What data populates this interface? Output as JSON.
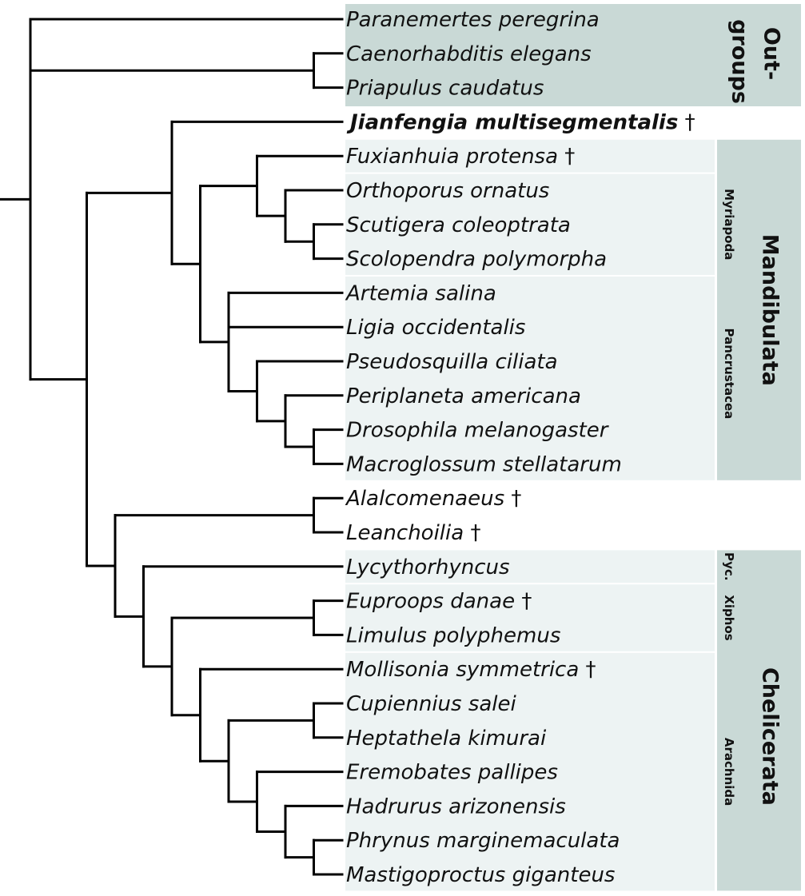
{
  "colors": {
    "outgroup_fill": "#c9d9d6",
    "clade_fill": "#edf3f3",
    "big_clade_fill": "#c9d9d6",
    "branch": "#000000"
  },
  "taxa": [
    {
      "name": "Paranemertes peregrina",
      "extinct": false,
      "bold": false
    },
    {
      "name": "Caenorhabditis elegans",
      "extinct": false,
      "bold": false
    },
    {
      "name": "Priapulus caudatus",
      "extinct": false,
      "bold": false
    },
    {
      "name": "Jianfengia multisegmentalis",
      "extinct": true,
      "bold": true
    },
    {
      "name": "Fuxianhuia protensa",
      "extinct": true,
      "bold": false
    },
    {
      "name": "Orthoporus ornatus",
      "extinct": false,
      "bold": false
    },
    {
      "name": "Scutigera coleoptrata",
      "extinct": false,
      "bold": false
    },
    {
      "name": "Scolopendra polymorpha",
      "extinct": false,
      "bold": false
    },
    {
      "name": "Artemia salina",
      "extinct": false,
      "bold": false
    },
    {
      "name": "Ligia occidentalis",
      "extinct": false,
      "bold": false
    },
    {
      "name": "Pseudosquilla ciliata",
      "extinct": false,
      "bold": false
    },
    {
      "name": "Periplaneta americana",
      "extinct": false,
      "bold": false
    },
    {
      "name": "Drosophila melanogaster",
      "extinct": false,
      "bold": false
    },
    {
      "name": "Macroglossum stellatarum",
      "extinct": false,
      "bold": false
    },
    {
      "name": "Alalcomenaeus",
      "extinct": true,
      "bold": false
    },
    {
      "name": "Leanchoilia",
      "extinct": true,
      "bold": false
    },
    {
      "name": "Lycythorhyncus",
      "extinct": false,
      "bold": false
    },
    {
      "name": "Euproops danae",
      "extinct": true,
      "bold": false
    },
    {
      "name": "Limulus polyphemus",
      "extinct": false,
      "bold": false
    },
    {
      "name": "Mollisonia symmetrica",
      "extinct": true,
      "bold": false
    },
    {
      "name": "Cupiennius salei",
      "extinct": false,
      "bold": false
    },
    {
      "name": "Heptathela kimurai",
      "extinct": false,
      "bold": false
    },
    {
      "name": "Eremobates pallipes",
      "extinct": false,
      "bold": false
    },
    {
      "name": "Hadrurus arizonensis",
      "extinct": false,
      "bold": false
    },
    {
      "name": "Phrynus marginemaculata",
      "extinct": false,
      "bold": false
    },
    {
      "name": "Mastigoproctus giganteus",
      "extinct": false,
      "bold": false
    }
  ],
  "extinct_marker": "†",
  "groups": {
    "outgroups": {
      "label": "Out-groups",
      "line1": "Out-",
      "line2": "groups",
      "first": 0,
      "last": 2
    },
    "mandibulata": {
      "label": "Mandibulata",
      "first": 4,
      "last": 13
    },
    "myriapoda": {
      "label": "Myriapoda",
      "first": 5,
      "last": 7
    },
    "pancrustacea": {
      "label": "Pancrustacea",
      "first": 8,
      "last": 13
    },
    "chelicerata": {
      "label": "Chelicerata",
      "first": 16,
      "last": 25
    },
    "pycnogonida": {
      "label": "Pyc.",
      "first": 16,
      "last": 16
    },
    "xiphosura": {
      "label": "Xiphos",
      "first": 17,
      "last": 18
    },
    "arachnida": {
      "label": "Arachnida",
      "first": 19,
      "last": 25
    }
  },
  "tree": {
    "c": [
      {
        "t": 0
      },
      {
        "c": [
          {
            "t": 1
          },
          {
            "t": 2
          }
        ]
      },
      {
        "c": [
          {
            "c": [
              {
                "t": 3
              },
              {
                "c": [
                  {
                    "c": [
                      {
                        "t": 4
                      },
                      {
                        "c": [
                          {
                            "t": 5
                          },
                          {
                            "c": [
                              {
                                "t": 6
                              },
                              {
                                "t": 7
                              }
                            ]
                          }
                        ]
                      }
                    ]
                  },
                  {
                    "c": [
                      {
                        "t": 8
                      },
                      {
                        "t": 9
                      },
                      {
                        "c": [
                          {
                            "t": 10
                          },
                          {
                            "c": [
                              {
                                "t": 11
                              },
                              {
                                "c": [
                                  {
                                    "t": 12
                                  },
                                  {
                                    "t": 13
                                  }
                                ]
                              }
                            ]
                          }
                        ]
                      }
                    ]
                  }
                ]
              }
            ]
          },
          {
            "c": [
              {
                "c": [
                  {
                    "t": 14
                  },
                  {
                    "t": 15
                  }
                ]
              },
              {
                "c": [
                  {
                    "t": 16
                  },
                  {
                    "c": [
                      {
                        "c": [
                          {
                            "t": 17
                          },
                          {
                            "t": 18
                          }
                        ]
                      },
                      {
                        "c": [
                          {
                            "t": 19
                          },
                          {
                            "c": [
                              {
                                "c": [
                                  {
                                    "t": 20
                                  },
                                  {
                                    "t": 21
                                  }
                                ]
                              },
                              {
                                "c": [
                                  {
                                    "t": 22
                                  },
                                  {
                                    "c": [
                                      {
                                        "t": 23
                                      },
                                      {
                                        "c": [
                                          {
                                            "t": 24
                                          },
                                          {
                                            "t": 25
                                          }
                                        ]
                                      }
                                    ]
                                  }
                                ]
                              }
                            ]
                          }
                        ]
                      }
                    ]
                  }
                ]
              }
            ]
          }
        ]
      }
    ]
  }
}
